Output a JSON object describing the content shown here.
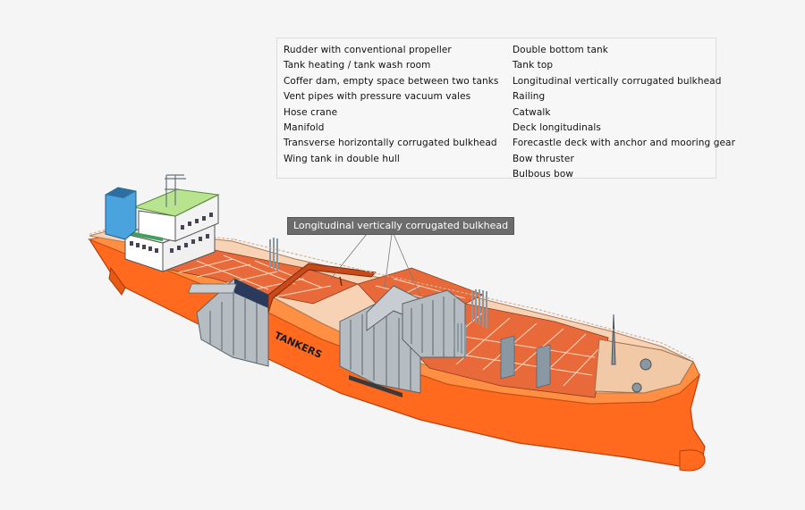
{
  "legend": {
    "left_column": [
      "Rudder with conventional propeller",
      "Tank heating / tank wash room",
      "Coffer dam, empty space between two tanks",
      "Vent pipes with pressure vacuum vales",
      "Hose crane",
      "Manifold",
      "Transverse horizontally corrugated bulkhead",
      "Wing tank in double hull"
    ],
    "right_column": [
      "Double bottom tank",
      "Tank top",
      "Longitudinal vertically corrugated bulkhead",
      "Railing",
      "Catwalk",
      "Deck longitudinals",
      "Forecastle deck with anchor and mooring gear",
      "Bow thruster",
      "Bulbous bow"
    ]
  },
  "callout": {
    "label": "Longitudinal vertically corrugated bulkhead"
  },
  "hull": {
    "text": "TANKERS"
  },
  "colors": {
    "hull": "#ff6a1f",
    "hull_light": "#ff8f43",
    "deck": "#f8d2b4",
    "cargo": "#e86a3a",
    "bulkhead": "#b5bcc2",
    "funnel": "#4aa3dd",
    "bridge_roof": "#b8e38f"
  }
}
